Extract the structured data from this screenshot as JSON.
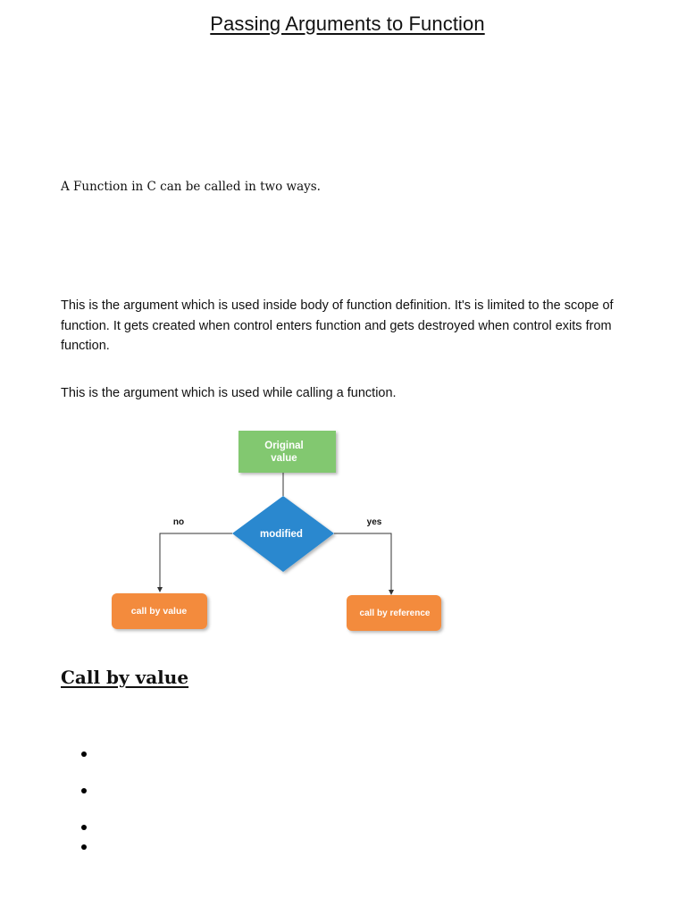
{
  "document": {
    "title": "Passing Arguments to Function",
    "intro": "A Function in C can be called in two ways.",
    "formal_argument_description": "This is the argument which is used inside body of function definition. It's is limited to the scope of function. It gets created when control enters function and gets destroyed when control exits from function.",
    "actual_argument_description": "This is the argument which is used while calling a function.",
    "section_heading": "Call by value"
  },
  "flowchart": {
    "start_line1": "Original",
    "start_line2": "value",
    "decision": "modified",
    "branch_no": "no",
    "branch_yes": "yes",
    "outcome_no": "call by value",
    "outcome_yes": "call by reference",
    "colors": {
      "start_box": "#82c870",
      "decision": "#2a88cf",
      "outcome": "#f38b3c",
      "connector": "#333333"
    }
  },
  "bullet_list": {
    "item_count_visible": 4
  }
}
